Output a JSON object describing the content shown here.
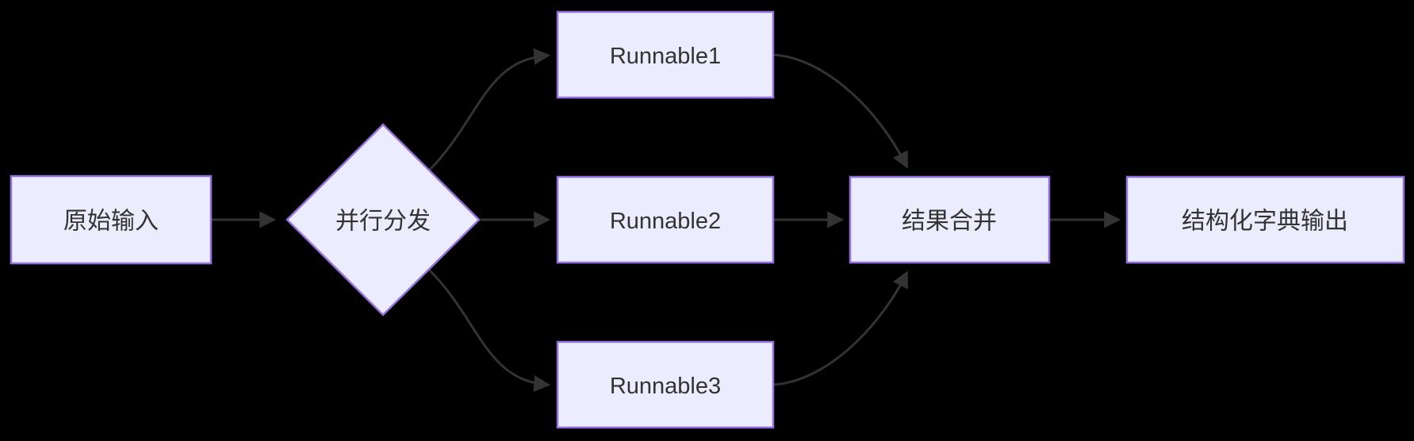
{
  "diagram": {
    "type": "flowchart",
    "direction": "left-to-right",
    "colors": {
      "background": "#000000",
      "node_fill": "#ECECFF",
      "node_border": "#9370DB",
      "edge": "#333333",
      "label_text": "#333333"
    },
    "nodes": {
      "input": {
        "label": "原始输入",
        "shape": "rect"
      },
      "dispatch": {
        "label": "并行分发",
        "shape": "diamond"
      },
      "runnable1": {
        "label": "Runnable1",
        "shape": "rect"
      },
      "runnable2": {
        "label": "Runnable2",
        "shape": "rect"
      },
      "runnable3": {
        "label": "Runnable3",
        "shape": "rect"
      },
      "merge": {
        "label": "结果合并",
        "shape": "rect"
      },
      "output": {
        "label": "结构化字典输出",
        "shape": "rect"
      }
    },
    "edges": [
      {
        "from": "原始输入",
        "to": "并行分发"
      },
      {
        "from": "并行分发",
        "to": "Runnable1"
      },
      {
        "from": "并行分发",
        "to": "Runnable2"
      },
      {
        "from": "并行分发",
        "to": "Runnable3"
      },
      {
        "from": "Runnable1",
        "to": "结果合并"
      },
      {
        "from": "Runnable2",
        "to": "结果合并"
      },
      {
        "from": "Runnable3",
        "to": "结果合并"
      },
      {
        "from": "结果合并",
        "to": "结构化字典输出"
      }
    ]
  }
}
